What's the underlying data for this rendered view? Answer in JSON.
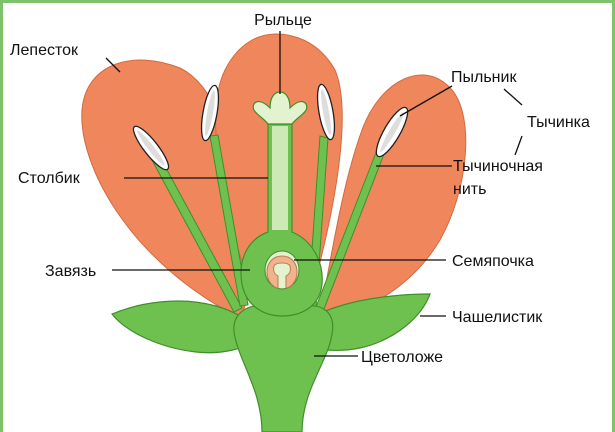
{
  "labels": {
    "stigma": "Рыльце",
    "petal": "Лепесток",
    "anther": "Пыльник",
    "stamen": "Тычинка",
    "style": "Столбик",
    "filament_line1": "Тычиночная",
    "filament_line2": "нить",
    "ovary": "Завязь",
    "ovule": "Семяпочка",
    "sepal": "Чашелистик",
    "receptacle": "Цветоложе"
  },
  "colors": {
    "border": "#7cc36b",
    "petal": "#f0865c",
    "green": "#6fc14f",
    "dark_green": "#2f7d1c",
    "light_green": "#e3f3cf",
    "ovule": "#f2b38a"
  }
}
